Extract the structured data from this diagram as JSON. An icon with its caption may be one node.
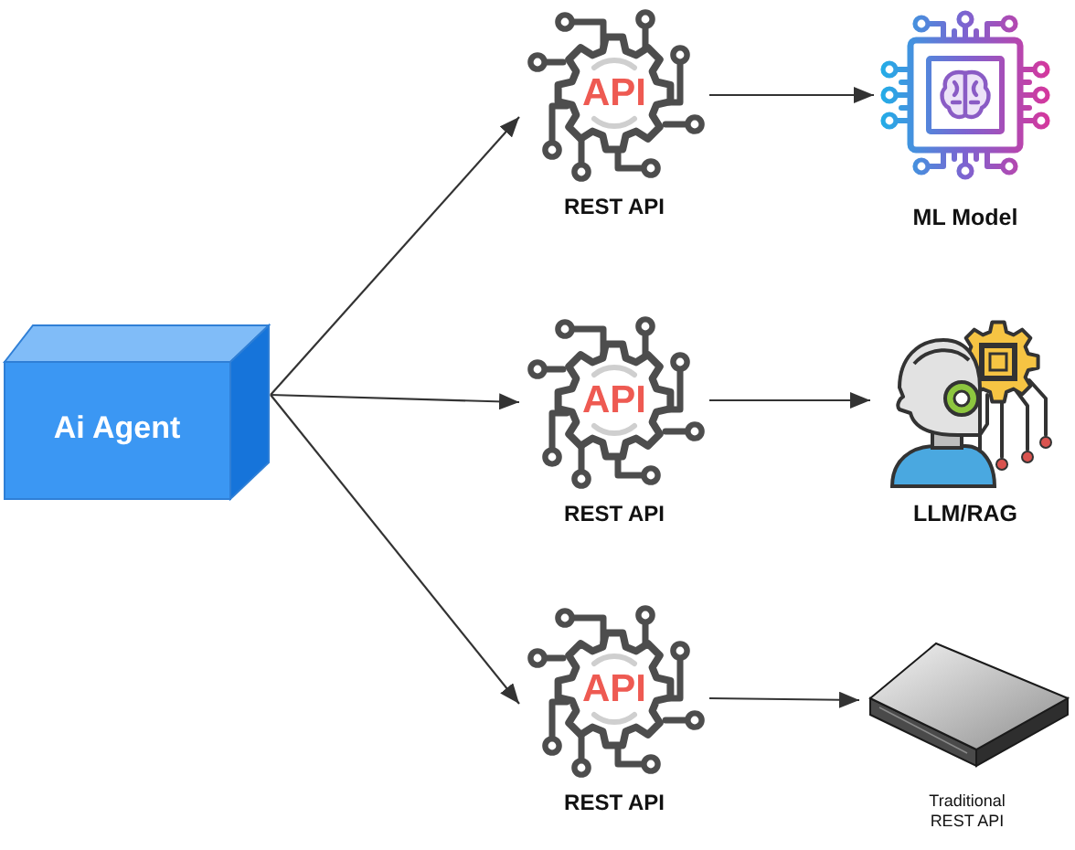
{
  "diagram": {
    "nodes": [
      {
        "text": [
          "Ai Agent"
        ]
      },
      {
        "text": [
          "API",
          "REST API"
        ]
      },
      {
        "text": [
          "API",
          "REST API"
        ]
      },
      {
        "text": [
          "API",
          "REST API"
        ]
      },
      {
        "text": [
          "ML Model"
        ]
      },
      {
        "text": [
          "LLM/RAG"
        ]
      },
      {
        "text": [
          "Traditional REST API"
        ]
      }
    ],
    "edges": [
      {
        "from": 0,
        "to": 1,
        "arrow": "to"
      },
      {
        "from": 0,
        "to": 2,
        "arrow": "to"
      },
      {
        "from": 0,
        "to": 3,
        "arrow": "to"
      },
      {
        "from": 1,
        "to": 4,
        "arrow": "to"
      },
      {
        "from": 2,
        "to": 5,
        "arrow": "to"
      },
      {
        "from": 3,
        "to": 6,
        "arrow": "to"
      }
    ]
  }
}
